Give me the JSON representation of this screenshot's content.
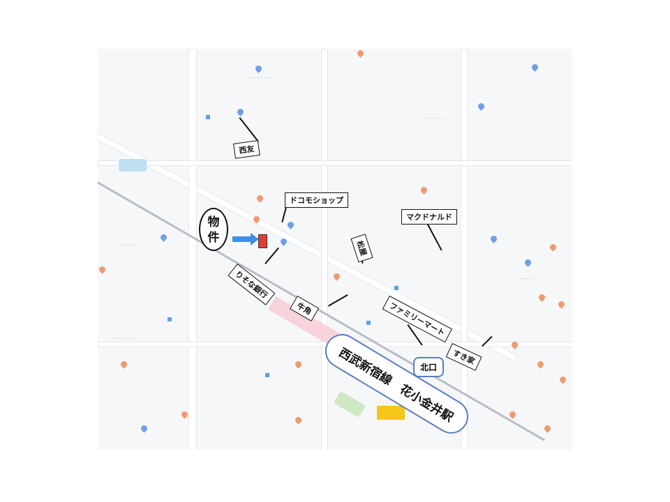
{
  "property": {
    "label_line1": "物",
    "label_line2": "件",
    "marker_color": "#e53935",
    "arrow_color": "#3b8fe8"
  },
  "station": {
    "name": "西武新宿線　花小金井駅",
    "exit": "北口",
    "border_color": "#5a7ec0"
  },
  "landmarks": {
    "seiyu": "西友",
    "docomo": "ドコモショップ",
    "mcdonalds": "マクドナルド",
    "matsuya": "松屋",
    "resona": "りそな銀行",
    "gyukaku": "牛角",
    "familymart": "ファミリーマート",
    "sukiya": "すき家"
  },
  "colors": {
    "pin_orange": "#f09a6f",
    "pin_blue": "#6f9ee6",
    "rail_gray": "#b8bcc4"
  },
  "icons": [
    "map-pin-icon",
    "arrow-right-icon"
  ]
}
